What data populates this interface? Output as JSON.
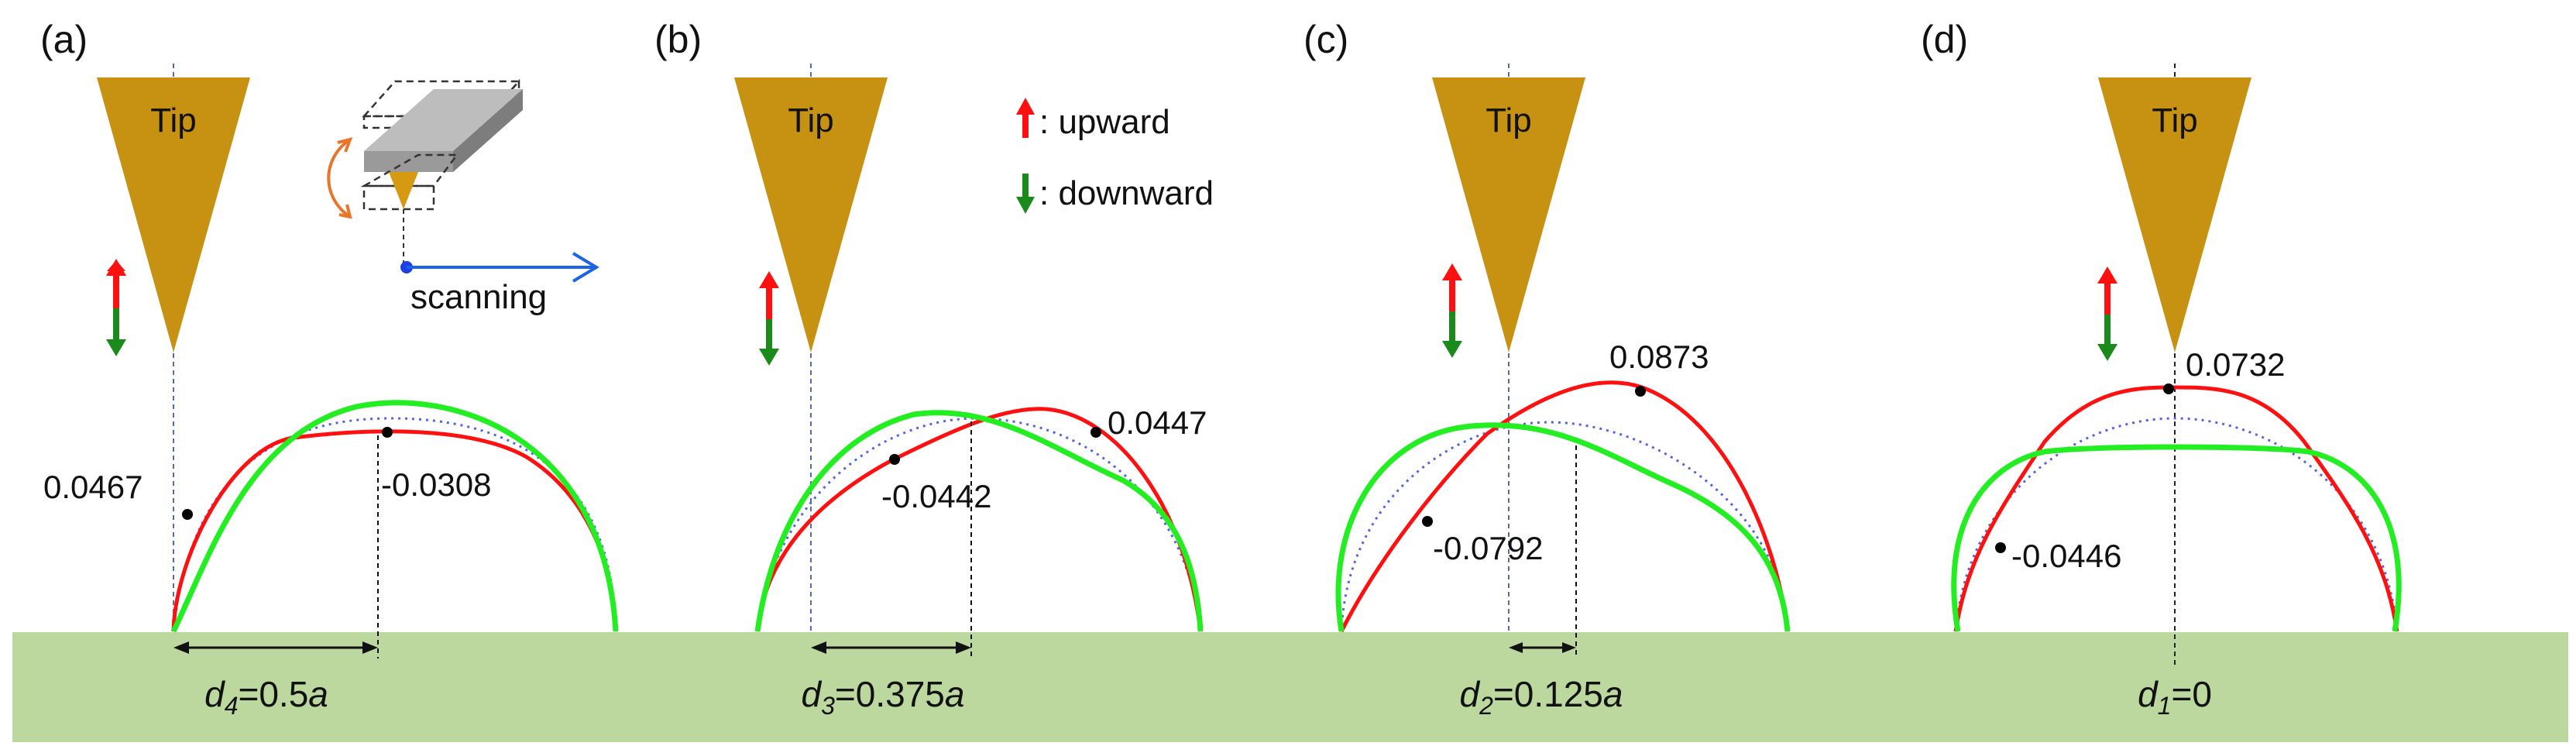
{
  "colors": {
    "tip": "#c79211",
    "substrate": "#bcd89f",
    "upward": "#ff1010",
    "downward": "#22ee22",
    "dotted": "#5566dd",
    "scan": "#1c63e6",
    "cantilever_arrow": "#e8762a"
  },
  "tip_label": "Tip",
  "legend": {
    "upward_label": ": upward",
    "downward_label": ": downward"
  },
  "inset": {
    "scanning_label": "scanning"
  },
  "panels": [
    {
      "id": "a",
      "label": "(a)",
      "d_var": "d",
      "d_sub": "4",
      "d_value": "=0.5",
      "d_unit": "a",
      "values": [
        "0.0467",
        "-0.0308"
      ]
    },
    {
      "id": "b",
      "label": "(b)",
      "d_var": "d",
      "d_sub": "3",
      "d_value": "=0.375",
      "d_unit": "a",
      "values": [
        "0.0447",
        "-0.0442"
      ]
    },
    {
      "id": "c",
      "label": "(c)",
      "d_var": "d",
      "d_sub": "2",
      "d_value": "=0.125",
      "d_unit": "a",
      "values": [
        "0.0873",
        "-0.0792"
      ]
    },
    {
      "id": "d",
      "label": "(d)",
      "d_var": "d",
      "d_sub": "1",
      "d_value": "=0",
      "d_unit": "",
      "values": [
        "0.0732",
        "-0.0446"
      ]
    }
  ]
}
